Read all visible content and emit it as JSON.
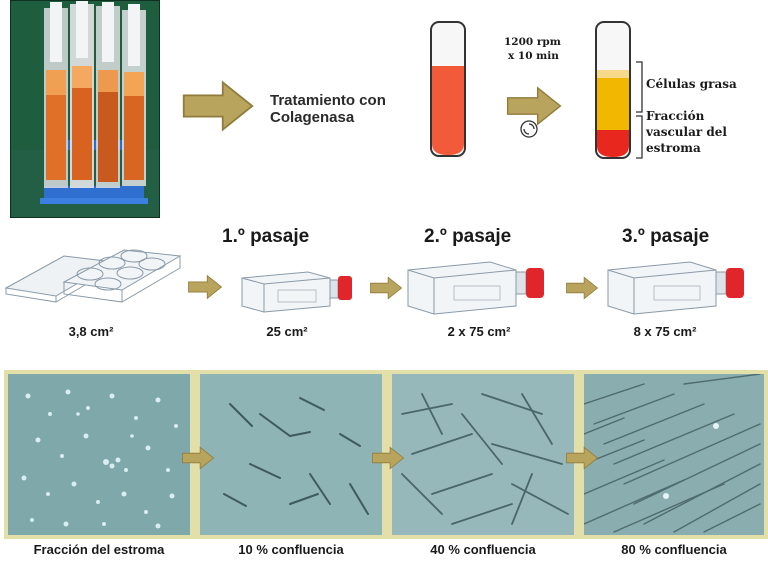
{
  "process": {
    "treatment_label": "Tratamiento con Colagenasa",
    "centrifuge_line1": "1200 rpm",
    "centrifuge_line2": "x 10 min",
    "layer_top": "Células grasa",
    "layer_bottom": "Fracción vascular del estroma"
  },
  "passages": [
    {
      "heading": "",
      "area": "3,8 cm²"
    },
    {
      "heading": "1.º pasaje",
      "area": "25 cm²"
    },
    {
      "heading": "2.º pasaje",
      "area": "2 x 75 cm²"
    },
    {
      "heading": "3.º pasaje",
      "area": "8 x 75 cm²"
    }
  ],
  "micrographs": [
    {
      "caption": "Fracción del estroma"
    },
    {
      "caption": "10 % confluencia"
    },
    {
      "caption": "40 % confluencia"
    },
    {
      "caption": "80 % confluencia"
    }
  ],
  "colors": {
    "arrow": "#b9a45e",
    "arrow_stroke": "#8f7c3a",
    "tube_red": "#f25a3a",
    "fat_yellow": "#f2b800",
    "svf_red": "#e8281e",
    "cap_red": "#e0262a",
    "micro_bg": "#8fb4b6"
  }
}
